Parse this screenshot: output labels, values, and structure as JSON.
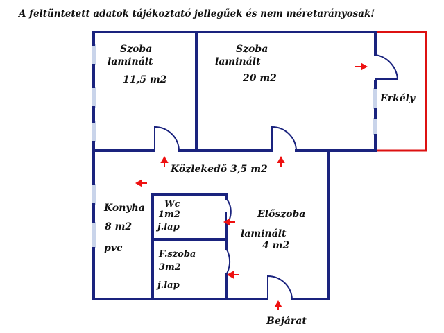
{
  "title": "A feltüntetett adatok tájékoztató jellegűek és nem méretarányosak!",
  "colors": {
    "wall": "#1a237e",
    "balcony": "#dd1111",
    "arrow": "#ee1111",
    "window": "#c9d4ea",
    "text": "#111111"
  },
  "rooms": {
    "szoba1": {
      "name": "Szoba",
      "floor": "laminált",
      "area": "11,5 m2"
    },
    "szoba2": {
      "name": "Szoba",
      "floor": "laminált",
      "area": "20 m2"
    },
    "erkely": {
      "name": "Erkély"
    },
    "kozlekedo": {
      "label": "Közlekedő 3,5 m2"
    },
    "konyha": {
      "name": "Konyha",
      "area": "8 m2",
      "floor": "pvc"
    },
    "wc": {
      "name": "Wc",
      "area": "1m2",
      "floor": "j.lap"
    },
    "furdo": {
      "name": "F.szoba",
      "area": "3m2",
      "floor": "j.lap"
    },
    "eloszoba": {
      "name": "Előszoba",
      "floor": "laminált",
      "area": "4 m2"
    }
  },
  "entrance": "Bejárat",
  "icons": {
    "door": "door-swing-icon",
    "direction": "arrow-icon",
    "window": "window-icon"
  }
}
